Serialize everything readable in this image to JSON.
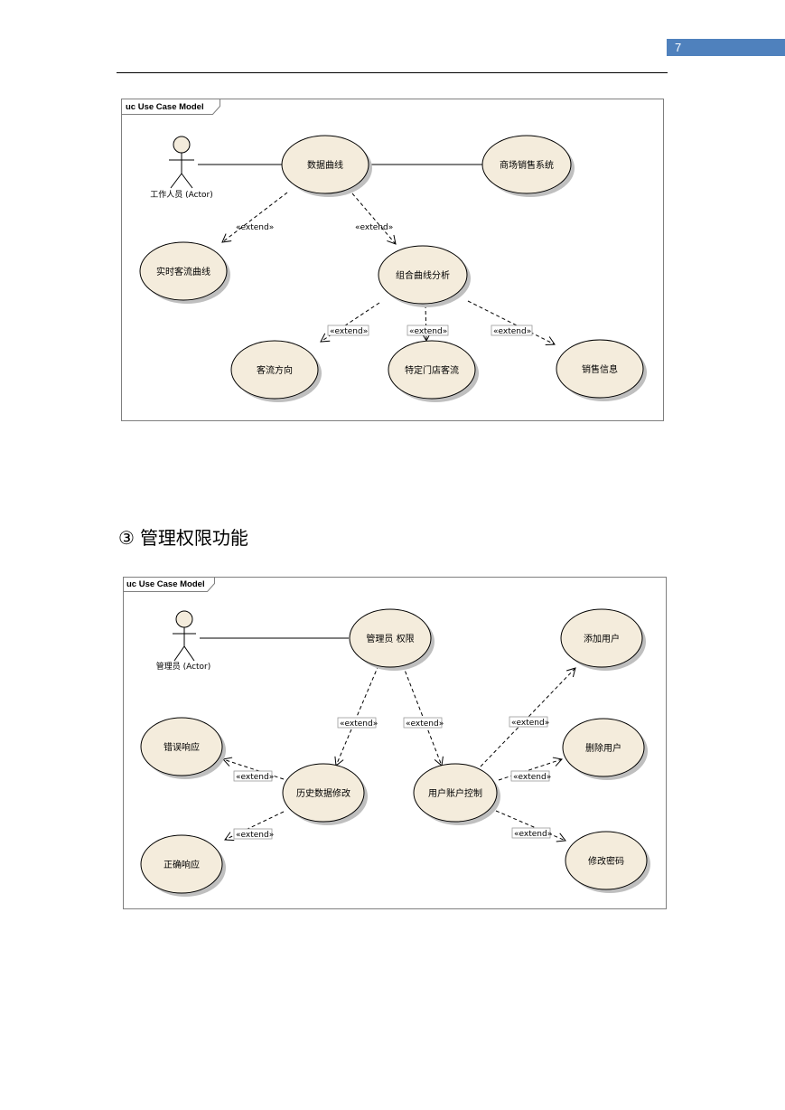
{
  "header": {
    "page_number": "7"
  },
  "section_heading": {
    "number": "③",
    "title": "管理权限功能"
  },
  "diagram1": {
    "frame_title": "uc Use Case Model",
    "actor": "工作人员 (Actor)",
    "use_cases": {
      "data_curve": "数据曲线",
      "mall_sales_system": "商场销售系统",
      "realtime_flow_curve": "实时客流曲线",
      "combined_curve_analysis": "组合曲线分析",
      "flow_direction": "客流方向",
      "specific_store_flow": "特定门店客流",
      "sales_info": "销售信息"
    },
    "extend_label": "«extend»"
  },
  "diagram2": {
    "frame_title": "uc Use Case Model",
    "actor": "管理员 (Actor)",
    "use_cases": {
      "admin_permission": "管理员 权限",
      "add_user": "添加用户",
      "error_response": "错误响应",
      "delete_user": "删除用户",
      "history_data_modify": "历史数据修改",
      "account_control": "用户账户控制",
      "correct_response": "正确响应",
      "change_password": "修改密码"
    },
    "extend_label": "«extend»"
  }
}
